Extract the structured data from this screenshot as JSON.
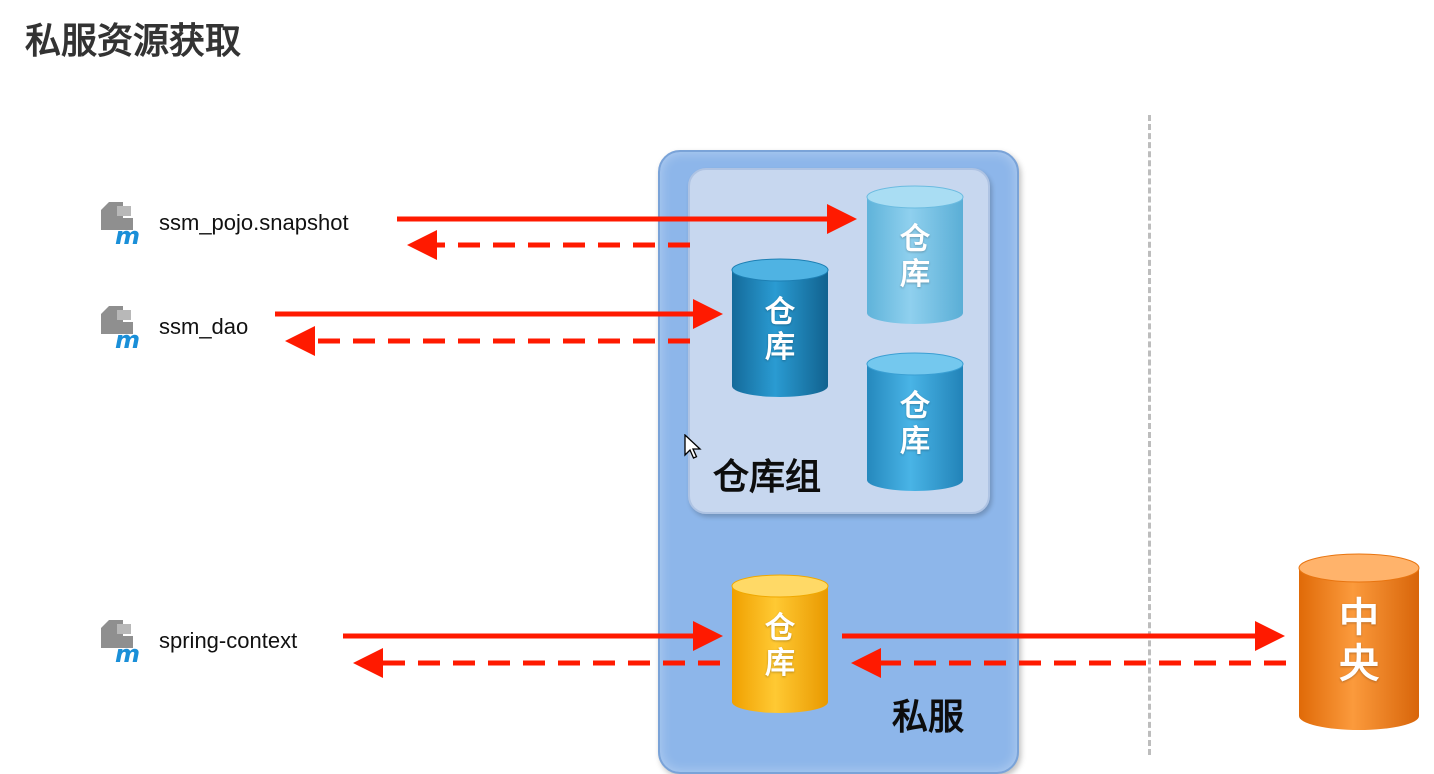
{
  "title": "私服资源获取",
  "modules": [
    {
      "id": "pojo",
      "label": "ssm_pojo.snapshot",
      "icon": "maven-module-icon"
    },
    {
      "id": "dao",
      "label": "ssm_dao",
      "icon": "maven-module-icon"
    },
    {
      "id": "context",
      "label": "spring-context",
      "icon": "maven-module-icon"
    }
  ],
  "private_server": {
    "label": "私服"
  },
  "repo_group": {
    "label": "仓库组"
  },
  "repositories": [
    {
      "id": "group-repo-top",
      "line1": "仓",
      "line2": "库",
      "color": "#7cc3e3"
    },
    {
      "id": "group-repo-mid",
      "line1": "仓",
      "line2": "库",
      "color": "#1f87bd"
    },
    {
      "id": "group-repo-bottom",
      "line1": "仓",
      "line2": "库",
      "color": "#3aa6d8"
    },
    {
      "id": "server-repo",
      "line1": "仓",
      "line2": "库",
      "color": "#ffba0a"
    }
  ],
  "central": {
    "line1": "中",
    "line2": "央",
    "color": "#f5821f"
  },
  "colors": {
    "arrow": "#ff1a00",
    "server_fill": "#8db6ea",
    "group_fill": "#c7d7ef",
    "divider": "#bdbdbd"
  }
}
